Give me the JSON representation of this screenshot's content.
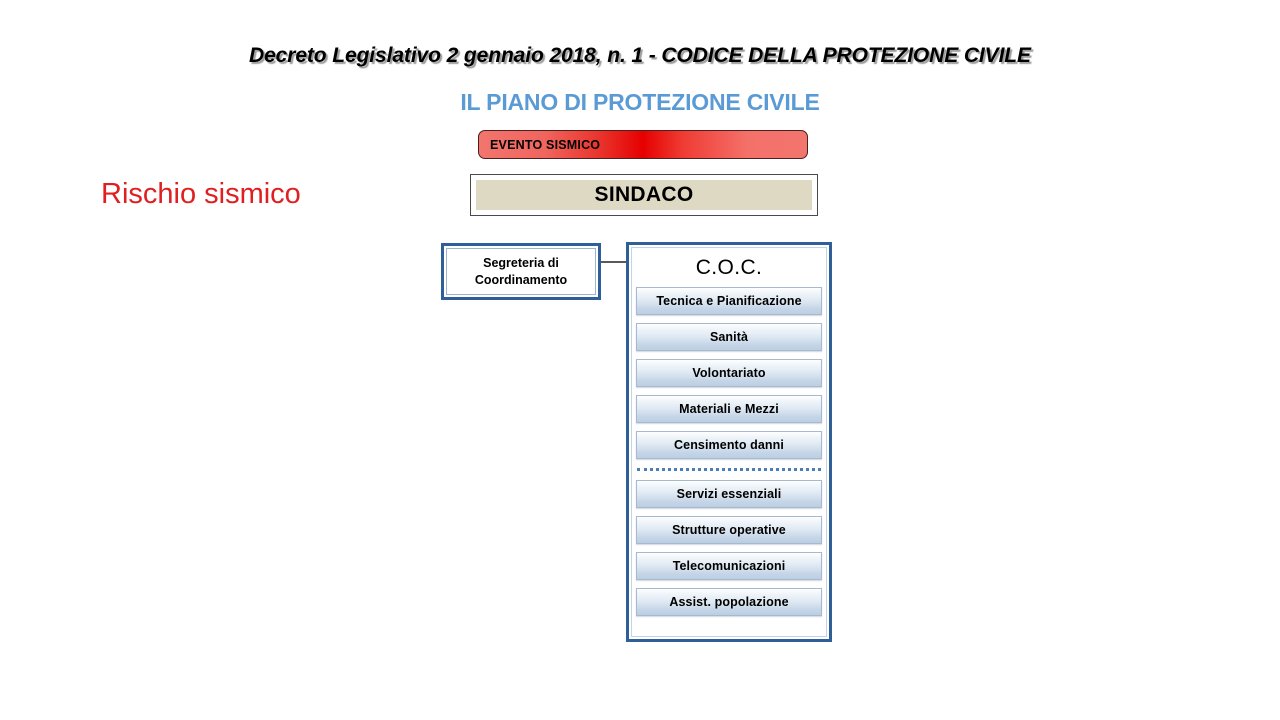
{
  "header": {
    "law_title": "Decreto Legislativo 2 gennaio 2018, n. 1 - CODICE DELLA PROTEZIONE CIVILE",
    "plan_title": "IL PIANO DI PROTEZIONE CIVILE"
  },
  "risk": {
    "label": "Rischio sismico",
    "color": "#e02020"
  },
  "event": {
    "label": "EVENTO  SISMICO",
    "gradient_start": "#f2756e",
    "gradient_mid": "#e60000",
    "gradient_end": "#f2756e"
  },
  "mayor": {
    "label": "SINDACO",
    "fill": "#ddd9c3"
  },
  "secretariat": {
    "label_line1": "Segreteria di",
    "label_line2": "Coordinamento",
    "border": "#2e5f99"
  },
  "coc": {
    "title": "C.O.C.",
    "border": "#2e5f99",
    "functions_group1": [
      {
        "label": "Tecnica e Pianificazione"
      },
      {
        "label": "Sanità"
      },
      {
        "label": "Volontariato"
      },
      {
        "label": "Materiali e Mezzi"
      },
      {
        "label": "Censimento danni"
      }
    ],
    "functions_group2": [
      {
        "label": "Servizi essenziali"
      },
      {
        "label": "Strutture operative"
      },
      {
        "label": "Telecomunicazioni"
      },
      {
        "label": "Assist.  popolazione"
      }
    ],
    "divider_color": "#4a7ebb"
  }
}
